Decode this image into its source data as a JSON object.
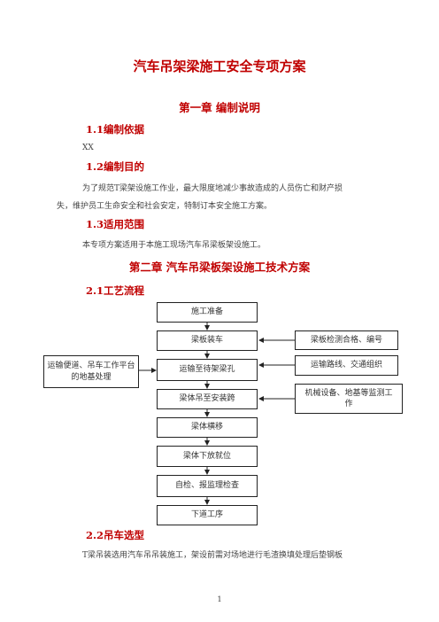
{
  "title": "汽车吊架梁施工安全专项方案",
  "chapter1": {
    "heading": "第一章    编制说明",
    "s11": {
      "heading": "1.1编制依据",
      "text": "XX"
    },
    "s12": {
      "heading": "1.2编制目的",
      "line1": "为了规范T梁架设施工作业，最大限度地减少事故造成的人员伤亡和财产损",
      "line2": "失，维护员工生命安全和社会安定，特制订本安全施工方案。"
    },
    "s13": {
      "heading": "1.3适用范围",
      "text": "本专项方案适用于本施工现场汽车吊梁板架设施工。"
    }
  },
  "chapter2": {
    "heading": "第二章    汽车吊梁板架设施工技术方案",
    "s21": {
      "heading": "2.1工艺流程"
    },
    "s22": {
      "heading": "2.2吊车选型",
      "text": "T梁吊装选用汽车吊吊装施工，架设前需对场地进行毛渣换填处理后垫钢板"
    }
  },
  "flow": {
    "main": [
      "施工准备",
      "梁板装车",
      "运输至待架梁孔",
      "梁体吊至安装跨",
      "梁体横移",
      "梁体下放就位",
      "自检、报监理检查",
      "下道工序"
    ],
    "left": [
      "运输便道、吊车工作平台",
      "的地基处理"
    ],
    "right": [
      "梁板检测合格、编号",
      "运输路线、交通组织",
      "机械设备、地基等监测工",
      "作"
    ]
  },
  "page_number": "1"
}
